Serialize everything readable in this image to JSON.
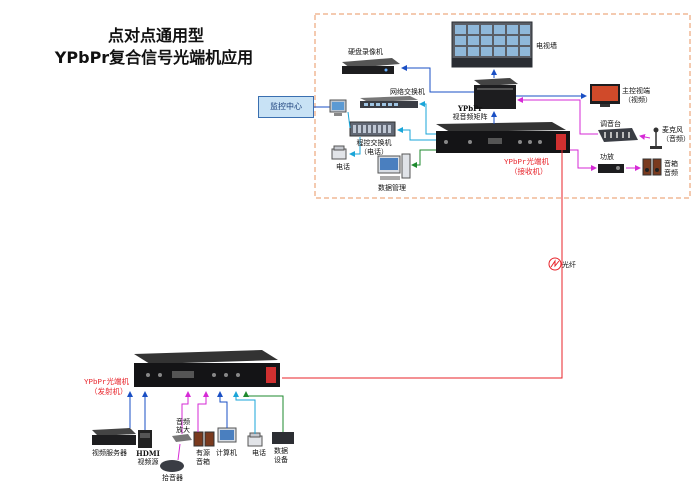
{
  "title": {
    "line1": "点对点通用型",
    "line2": "YPbPr复合信号光端机应用"
  },
  "labels": {
    "control_center": "监控中心",
    "tv_wall": "电视墙",
    "dvr": "硬盘录像机",
    "network_switch": "网络交换机",
    "matrix_line1": "YPbPr",
    "matrix_line2": "视音频矩阵",
    "main_monitor_line1": "主控视端",
    "main_monitor_line2": "（视频）",
    "mixer": "调音台",
    "microphone_line1": "麦克风",
    "microphone_line2": "（音频）",
    "amplifier": "功放",
    "speaker_line1": "音箱",
    "speaker_line2": "音频",
    "pbx_line1": "程控交换机",
    "pbx_line2": "（电话）",
    "phone_top": "电话",
    "data_management": "数据管理",
    "receiver_line1": "YPbPr光端机",
    "receiver_line2": "（接收机）",
    "fiber": "光纤",
    "transmitter_line1": "YPbPr光端机",
    "transmitter_line2": "（发射机）",
    "video_server": "视频服务器",
    "hdmi_line1": "HDMI",
    "hdmi_line2": "视频源",
    "audio_amp_line1": "音频",
    "audio_amp_line2": "放大",
    "active_speaker_line1": "有源",
    "active_speaker_line2": "音箱",
    "computer": "计算机",
    "phone_bottom": "电话",
    "data_device_line1": "数据",
    "data_device_line2": "设备",
    "pickup": "拾音器"
  },
  "colors": {
    "video_link": "#1a4fc4",
    "network_link": "#1aa5d8",
    "data_link": "#1e8a2e",
    "audio_link": "#d62ad6",
    "fiber_link": "#e8232a",
    "monitoring_border": "#e89560",
    "device_dark": "#1d1d1f"
  }
}
